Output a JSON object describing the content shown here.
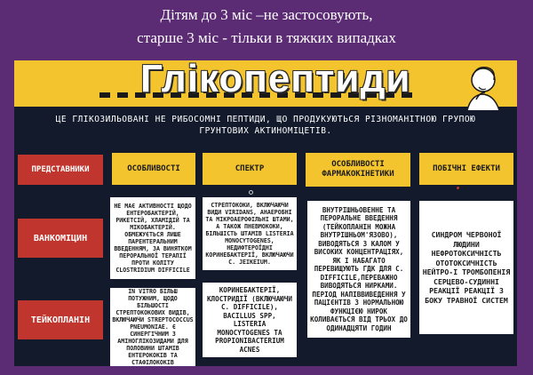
{
  "caption": {
    "line1": "Дітям до 3 міс –не застосовують,",
    "line2": "старше 3 міс - тільки в тяжких випадках"
  },
  "banner": {
    "title": "Глікопептиди"
  },
  "subtitle": {
    "line1": "ЦЕ ГЛІКОЗИЛЬОВАНІ НЕ РИБОСОМНІ ПЕПТИДИ, ЩО ПРОДУКУЮТЬСЯ РІЗНОМАНІТНОЮ ГРУПОЮ",
    "line2": "ГРУНТОВИХ АКТИНОМІЦЕТІВ."
  },
  "headers": {
    "representatives": "ПРЕДСТАВНИКИ",
    "features": "ОСОБЛИВОСТІ",
    "spectrum": "СПЕКТР",
    "pharmacokinetics": "ОСОБЛИВОСТІ ФАРМАКОКІНЕТИКИ",
    "side_effects": "ПОБІЧНІ ЕФЕКТИ"
  },
  "rows": {
    "vancomycin": {
      "name": "ВАНКОМІЦИН",
      "features": "НЕ МАЄ АКТИВНОСТІ ЩОДО ЕНТЕРОБАКТЕРІЙ, РИКЕТСІЙ, ХЛАМІДІЙ ТА МІКОБАКТЕРІЙ. ОБМЕЖУЄТЬСЯ ЛИШЕ ПАРЕНТЕРАЛЬНИМ ВВЕДЕННЯМ, ЗА ВИНЯТКОМ ПЕРОРАЛЬНОЇ ТЕРАПІЇ ПРОТИ КОЛІТУ CLOSTRIDIUM DIFFICILE",
      "spectrum": "СТРЕПТОКОКИ, ВКЛЮЧАЮЧИ ВИДИ VIRIDANS, АНАЕРОБНІ ТА МІКРОАЕРОФІЛЬНІ ШТАМИ, А ТАКОЖ ПНЕВМОКОКИ, БІЛЬШІСТЬ ШТАМІВ LISTERIA MONOCYTOGENES, НЕДИФТЕРОЇДНІ КОРИНЕБАКТЕРІЇ, ВКЛЮЧАЮЧИ C. JEIKEIUM."
    },
    "teicoplanin": {
      "name": "ТЕЙКОПЛАНІН",
      "features": "IN VITRO БІЛЬШ ПОТУЖНИМ, ЩОДО БІЛЬШОСТІ СТРЕПТОКОКОВИХ ВИДІВ, ВКЛЮЧАЮЧИ STREPTOCOCCUS PNEUMONIAE. Є СИНЕРГІЧНИМ З АМІНОГЛІКОЗИДАМИ ДЛЯ ПОЛОВИНИ ШТАМІВ ЕНТЕРОКОКІВ ТА СТАФІЛОКОКІВ",
      "spectrum": "КОРИНЕБАКТЕРІЇ, КЛОСТРИДІЇ (ВКЛЮЧАЮЧИ C. DIFFICILE), BACILLUS SPP, LISTERIA MONOCYTOGENES ТА PROPIONIBACTERIUM ACNES"
    }
  },
  "pharmacokinetics": "ВНУТРІШНЬОВЕННЕ ТА ПЕРОРАЛЬНЕ ВВЕДЕННЯ (ТЕЙКОПЛАНІН МОЖНА ВНУТРІШНЬОМ'ЯЗОВО), ВИВОДЯТЬСЯ З КАЛОМ У ВИСОКИХ КОНЦЕНТРАЦІЯХ, ЯК І НАБАГАТО ПЕРЕВИЩУЮТЬ ГДК ДЛЯ C. DIFFICILE,ПЕРЕВАЖНО ВИВОДЯТЬСЯ НИРКАМИ. ПЕРІОД НАПІВВИВЕДЕННЯ У ПАЦІЄНТІВ З НОРМАЛЬНОЮ ФУНКЦІЄЮ НИРОК КОЛИВАЄТЬСЯ ВІД ТРЬОХ ДО ОДИНАДЦЯТИ ГОДИН",
  "side_effects": "СИНДРОМ ЧЕРВОНОЇ ЛЮДИНИ НЕФРОТОКСИЧНІСТЬ ОТОТОКСИЧНІСТЬ НЕЙТРО-І ТРОМБОПЕНІЯ СЕРЦЕВО-СУДИННІ РЕАКЦІЇ РЕАКЦІЇ З БОКУ ТРАВНОЇ СИСТЕМ",
  "colors": {
    "background": "#5b2b73",
    "slide": "#121a2b",
    "yellow": "#f3c42e",
    "red": "#c0352d",
    "white": "#ffffff"
  },
  "icons": {
    "decoration": "thinking-person-icon"
  }
}
